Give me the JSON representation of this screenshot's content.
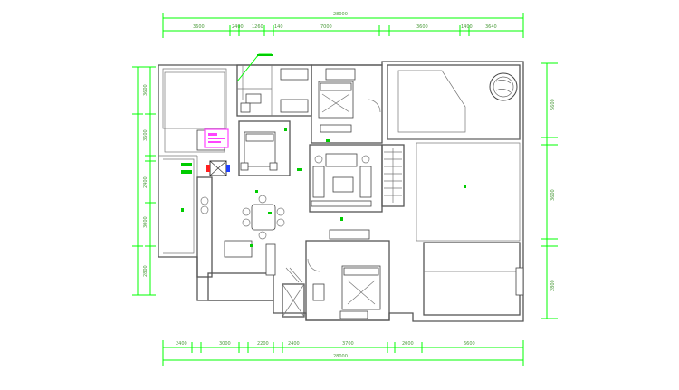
{
  "colors": {
    "dimension": "#00ff00",
    "dimension_text": "#4a9a3a",
    "wall": "#555555",
    "room_label": "#00cc00",
    "legend_box": "#ff44ff",
    "heater_red": "#ff2020",
    "heater_blue": "#2040ff"
  },
  "dimensions": {
    "top_total": "28000",
    "top_segments": [
      "3600",
      "2400",
      "1260",
      "140",
      "7000",
      "3600",
      "1400",
      "3640"
    ],
    "bottom_total": "28000",
    "bottom_segments": [
      "2400",
      "3000",
      "2200",
      "2400",
      "3700",
      "2000",
      "6600"
    ],
    "left_segments": [
      "3600",
      "3600",
      "2400",
      "3000",
      "2800"
    ],
    "right_segments": [
      "5600",
      "3600",
      "2800"
    ]
  }
}
